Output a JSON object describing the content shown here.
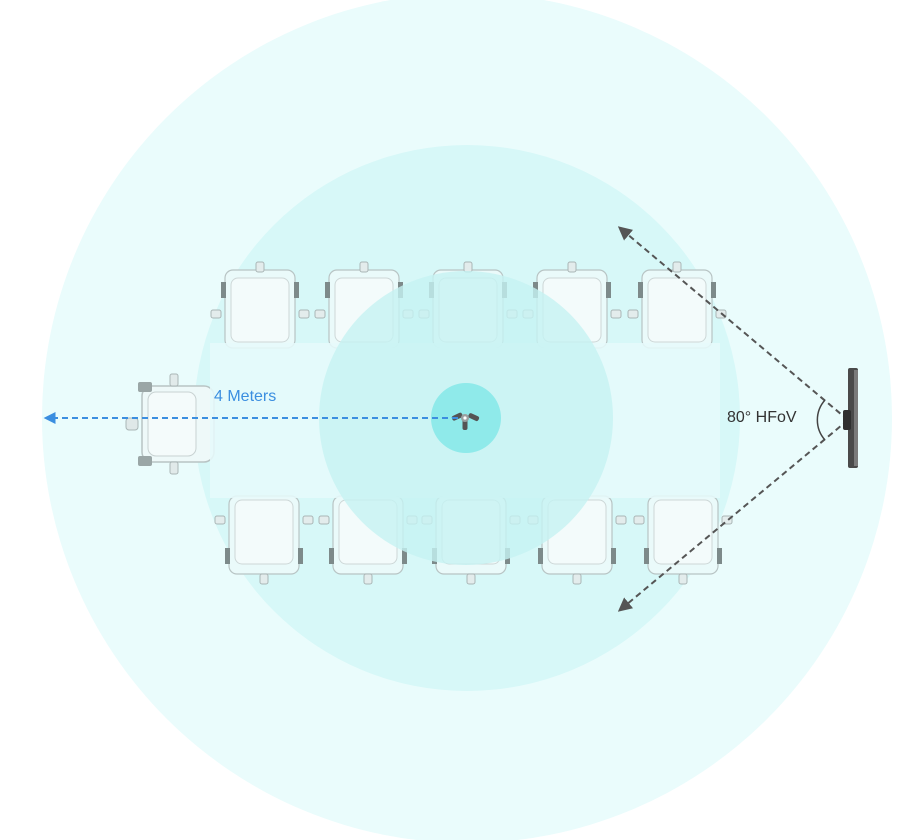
{
  "range": {
    "label": "4 Meters",
    "color": "#3b8ee0"
  },
  "camera": {
    "hfov_label": "80° HFoV",
    "hfov_degrees": 80,
    "label_color": "#333333"
  },
  "coverage_zones": [
    {
      "zone": "outer",
      "color": "#eafcfc"
    },
    {
      "zone": "middle",
      "color": "#d7f8f8"
    },
    {
      "zone": "inner",
      "color": "#c5f3f3"
    },
    {
      "zone": "center",
      "color": "#8feaea"
    }
  ],
  "colors": {
    "table": "#e6f9fa",
    "chair": "#eafafa",
    "chair_accent": "#7d8a8a",
    "arrow_gray": "#555555",
    "camera_body": "#4a4a4a"
  }
}
